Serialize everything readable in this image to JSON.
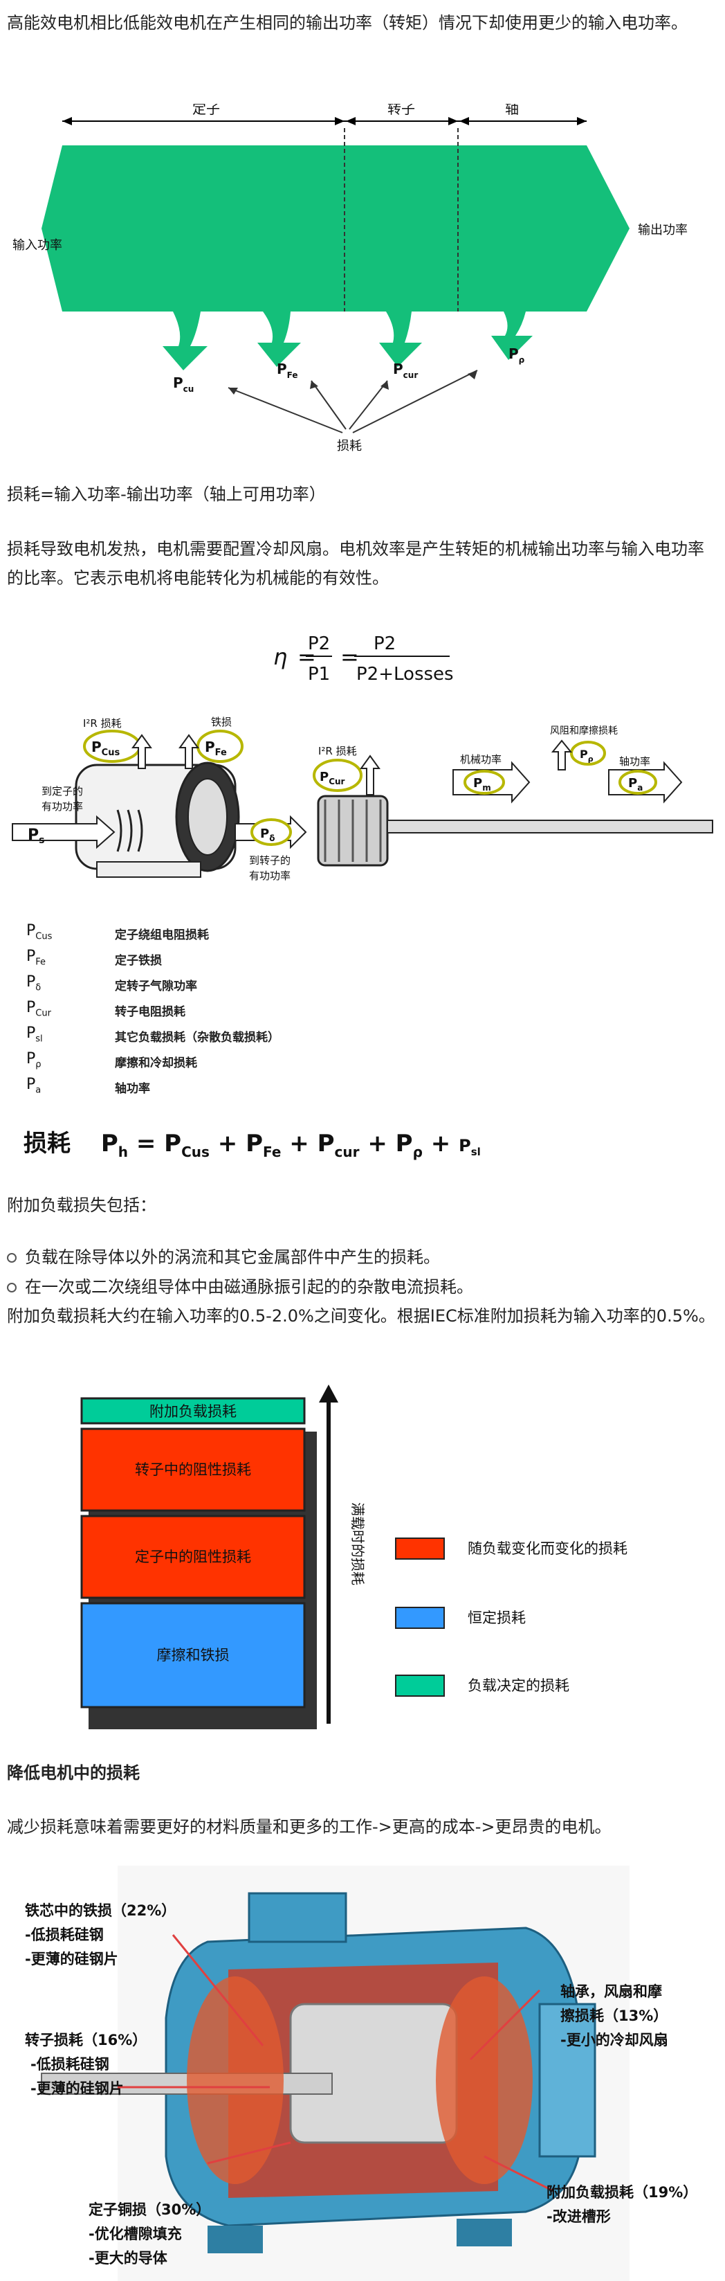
{
  "intro": "高能效电机相比低能效电机在产生相同的输出功率（转矩）情况下却使用更少的输入电功率。",
  "flow": {
    "segments": [
      "定子",
      "转子",
      "轴"
    ],
    "input": "输入功率",
    "output": "输出功率",
    "losses": [
      "P",
      "P",
      "P",
      "P"
    ],
    "loss_subs": [
      "cu",
      "Fe",
      "cur",
      "ρ"
    ],
    "loss_label": "损耗"
  },
  "loss_def": "损耗=输入功率-输出功率（轴上可用功率）",
  "efficiency_text": "损耗导致电机发热，电机需要配置冷却风扇。电机效率是产生转矩的机械输出功率与输入电功率的比率。它表示电机将电能转化为机械能的有效性。",
  "formula": {
    "eta": "η",
    "num": "P2",
    "den": "P1",
    "num2": "P2",
    "den2": "P2+Losses"
  },
  "motor": {
    "i2r1": "I²R 损耗",
    "iron": "铁损",
    "stator_in": "到定子的",
    "stator_in2": "有功功率",
    "rotor_in": "到转子的",
    "rotor_in2": "有功功率",
    "i2r2": "I²R 损耗",
    "mech": "机械功率",
    "wind": "风阻和摩擦损耗",
    "shaft": "轴功率"
  },
  "legend": [
    {
      "sym": "P",
      "sub": "Cus",
      "desc": "定子绕组电阻损耗"
    },
    {
      "sym": "P",
      "sub": "Fe",
      "desc": "定子铁损"
    },
    {
      "sym": "P",
      "sub": "δ",
      "desc": "定转子气隙功率"
    },
    {
      "sym": "P",
      "sub": "Cur",
      "desc": "转子电阻损耗"
    },
    {
      "sym": "P",
      "sub": "sl",
      "desc": "其它负载损耗（杂散负载损耗）"
    },
    {
      "sym": "P",
      "sub": "ρ",
      "desc": "摩擦和冷却损耗"
    },
    {
      "sym": "P",
      "sub": "a",
      "desc": "轴功率"
    }
  ],
  "loss_formula": {
    "label": "损耗",
    "lhs": "P",
    "lhs_sub": "h"
  },
  "additional_title": "附加负载损失包括：",
  "bullets": [
    "负载在除导体以外的涡流和其它金属部件中产生的损耗。",
    "在一次或二次绕组导体中由磁通脉振引起的的杂散电流损耗。"
  ],
  "additional_text": "附加负载损耗大约在输入功率的0.5-2.0%之间变化。根据IEC标准附加损耗为输入功率的0.5%。",
  "stack": {
    "blocks": [
      "附加负载损耗",
      "转子中的阻性损耗",
      "定子中的阻性损耗",
      "摩擦和铁损"
    ],
    "axis": "满载时的损耗",
    "legend": [
      "随负载变化而变化的损耗",
      "恒定损耗",
      "负载决定的损耗"
    ],
    "colors": {
      "red": "#ff3300",
      "blue": "#3399ff",
      "teal": "#00cc99"
    }
  },
  "reduce_title": "降低电机中的损耗",
  "reduce_text": "减少损耗意味着需要更好的材料质量和更多的工作->更高的成本->更昂贵的电机。",
  "labels": {
    "iron1": "铁芯中的铁损（22%）",
    "iron2": "-低损耗硅钢",
    "iron3": "-更薄的硅钢片",
    "rotor1": "转子损耗（16%）",
    "rotor2": "-低损耗硅钢",
    "rotor3": "-更薄的硅钢片",
    "stator1": "定子铜损（30%）",
    "stator2": "-优化槽隙填充",
    "stator3": "-更大的导体",
    "bear1": "轴承，风扇和摩",
    "bear2": "擦损耗（13%）",
    "bear3": "-更小的冷却风扇",
    "add1": "附加负载损耗（19%）",
    "add2": "-改进槽形"
  }
}
